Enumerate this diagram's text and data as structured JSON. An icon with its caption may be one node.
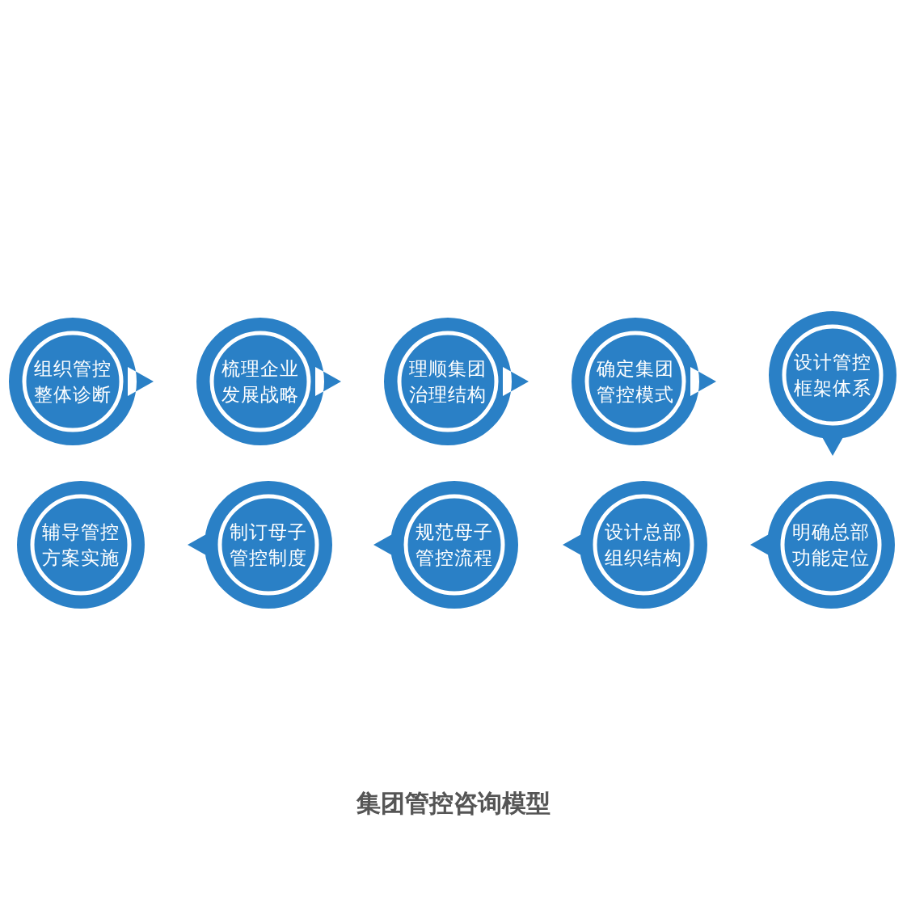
{
  "diagram": {
    "caption": "集团管控咨询模型",
    "nodes": [
      {
        "text": [
          "组织管控整体诊断"
        ]
      },
      {
        "text": [
          "梳理企业发展战略"
        ]
      },
      {
        "text": [
          "理顺集团治理结构"
        ]
      },
      {
        "text": [
          "确定集团管控模式"
        ]
      },
      {
        "text": [
          "设计管控框架体系"
        ]
      },
      {
        "text": [
          "辅导管控方案实施"
        ]
      },
      {
        "text": [
          "制订母子管控制度"
        ]
      },
      {
        "text": [
          "规范母子管控流程"
        ]
      },
      {
        "text": [
          "设计总部组织结构"
        ]
      },
      {
        "text": [
          "明确总部功能定位"
        ]
      }
    ]
  }
}
